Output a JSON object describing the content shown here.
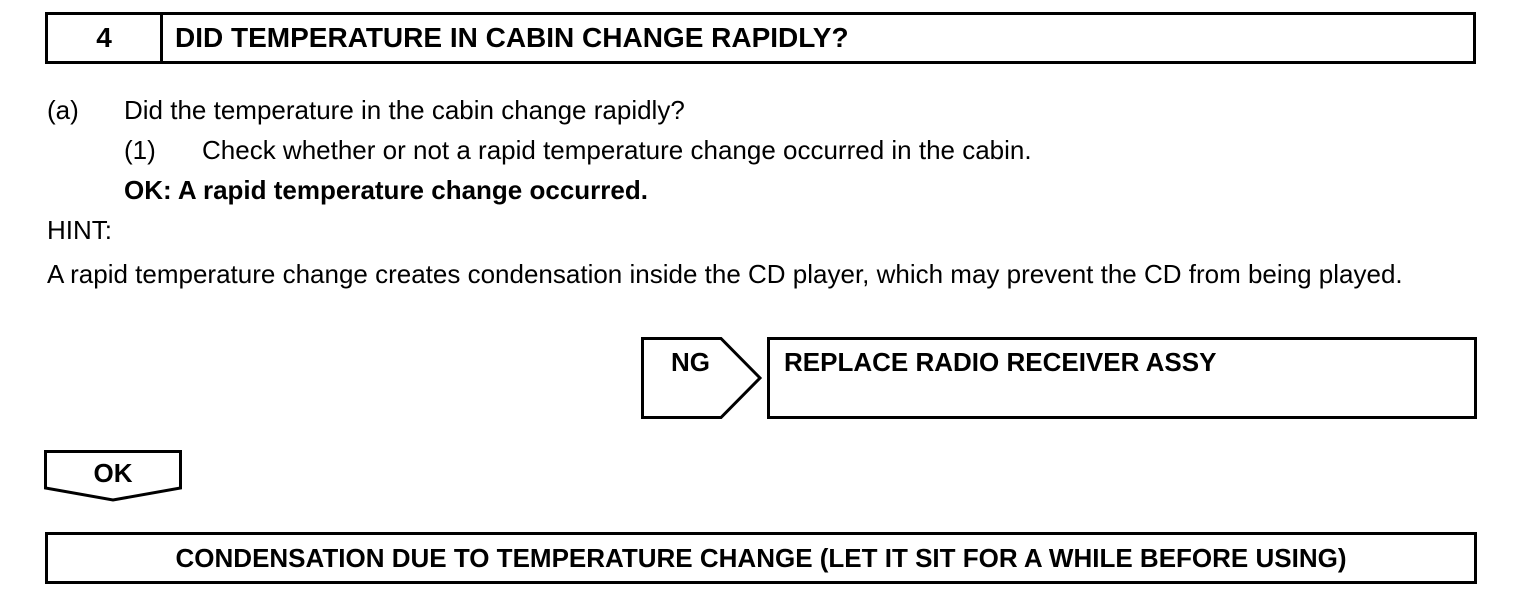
{
  "step": {
    "number": "4",
    "title": "DID TEMPERATURE IN CABIN CHANGE RAPIDLY?"
  },
  "body": {
    "item_a": {
      "marker": "(a)",
      "text": "Did the temperature in the cabin change rapidly?"
    },
    "item_1": {
      "marker": "(1)",
      "text": "Check whether or not a rapid temperature change occurred in the cabin."
    },
    "ok_condition": "OK: A rapid temperature change occurred.",
    "hint_label": "HINT:",
    "hint_text": "A rapid temperature change creates condensation inside the CD player, which may prevent the CD from being played."
  },
  "ng_branch": {
    "tag": "NG",
    "action": "REPLACE RADIO RECEIVER ASSY"
  },
  "ok_branch": {
    "tag": "OK",
    "result": "CONDENSATION DUE TO TEMPERATURE CHANGE (LET IT SIT FOR A WHILE BEFORE USING)"
  }
}
